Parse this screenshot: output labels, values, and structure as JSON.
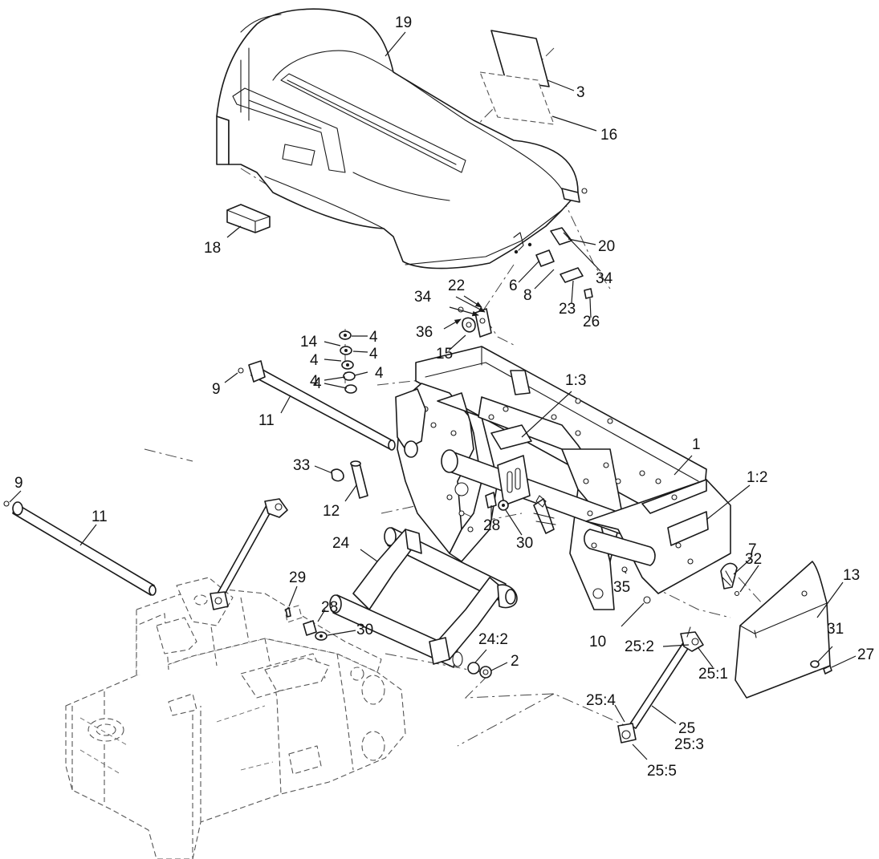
{
  "diagram": {
    "callouts": [
      {
        "label": "19"
      },
      {
        "label": "3"
      },
      {
        "label": "16"
      },
      {
        "label": "18"
      },
      {
        "label": "20"
      },
      {
        "label": "34"
      },
      {
        "label": "6"
      },
      {
        "label": "8"
      },
      {
        "label": "23"
      },
      {
        "label": "26"
      },
      {
        "label": "22"
      },
      {
        "label": "34"
      },
      {
        "label": "36"
      },
      {
        "label": "15"
      },
      {
        "label": "14"
      },
      {
        "label": "4"
      },
      {
        "label": "4"
      },
      {
        "label": "4"
      },
      {
        "label": "4"
      },
      {
        "label": "4"
      },
      {
        "label": "4"
      },
      {
        "label": "9"
      },
      {
        "label": "11"
      },
      {
        "label": "1:3"
      },
      {
        "label": "1"
      },
      {
        "label": "1:2"
      },
      {
        "label": "33"
      },
      {
        "label": "12"
      },
      {
        "label": "28"
      },
      {
        "label": "30"
      },
      {
        "label": "7"
      },
      {
        "label": "32"
      },
      {
        "label": "13"
      },
      {
        "label": "9"
      },
      {
        "label": "11"
      },
      {
        "label": "24"
      },
      {
        "label": "29"
      },
      {
        "label": "35"
      },
      {
        "label": "28"
      },
      {
        "label": "30"
      },
      {
        "label": "10"
      },
      {
        "label": "24:2"
      },
      {
        "label": "2"
      },
      {
        "label": "25:2"
      },
      {
        "label": "25:1"
      },
      {
        "label": "31"
      },
      {
        "label": "27"
      },
      {
        "label": "25:4"
      },
      {
        "label": "25"
      },
      {
        "label": "25:3"
      },
      {
        "label": "25:5"
      }
    ]
  }
}
